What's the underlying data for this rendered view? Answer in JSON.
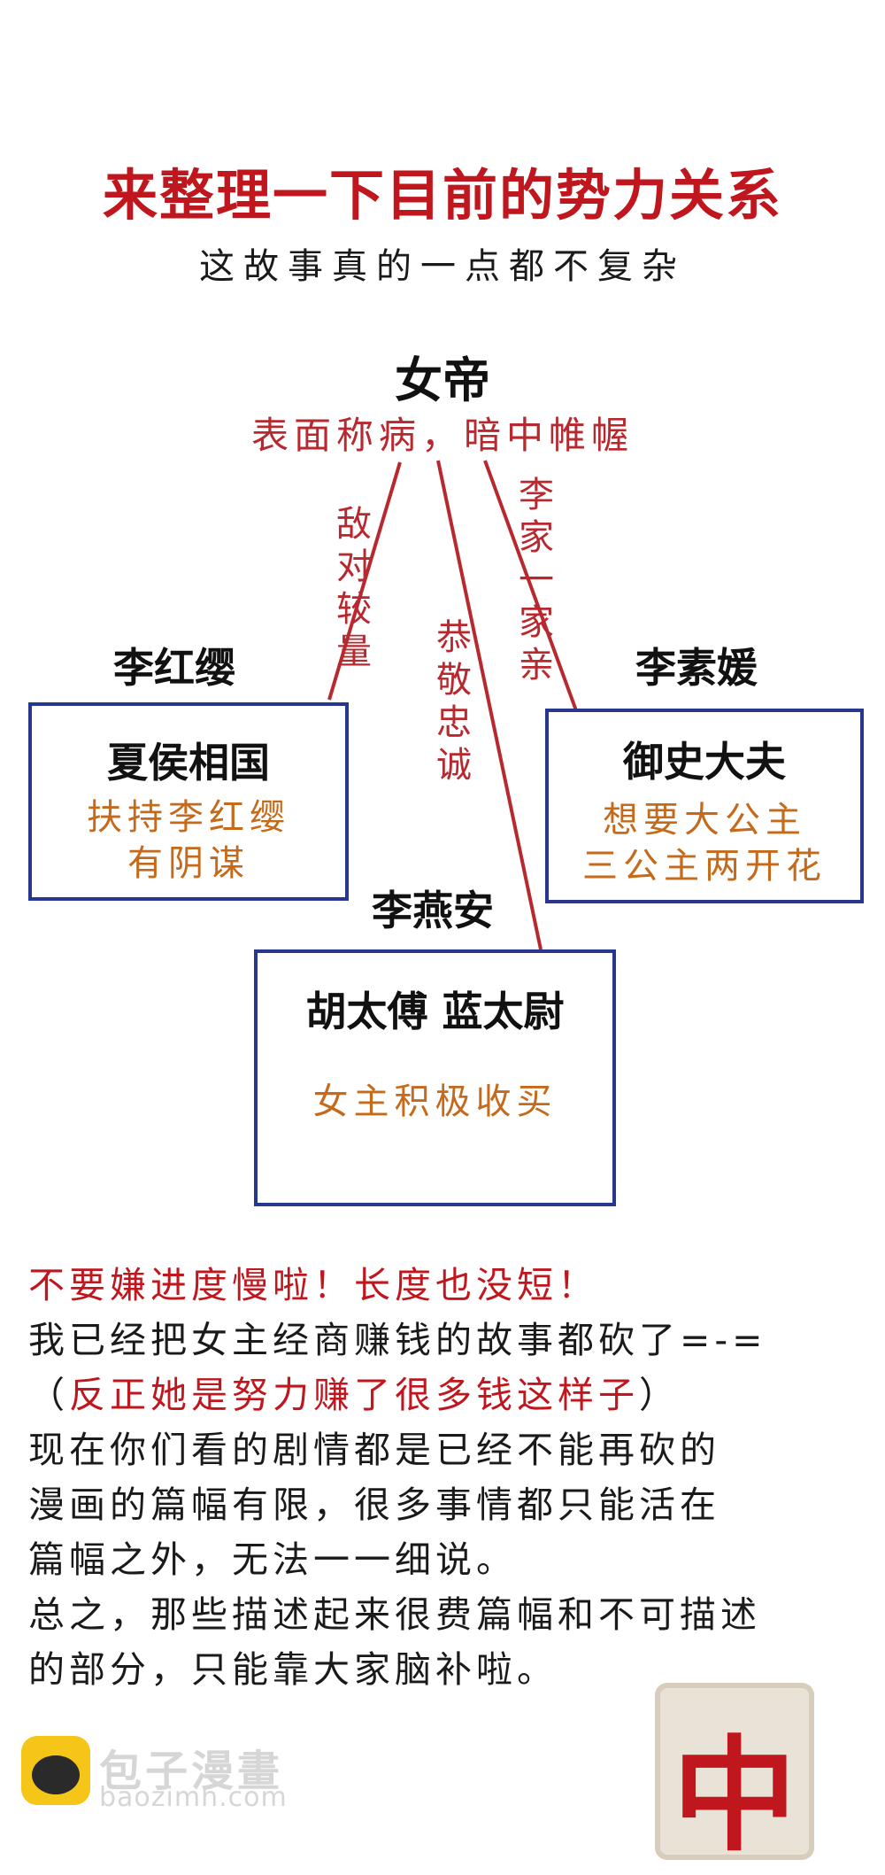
{
  "title": "来整理一下目前的势力关系",
  "subtitle": "这故事真的一点都不复杂",
  "emperor": {
    "name": "女帝",
    "desc": "表面称病，暗中帷幄"
  },
  "edges": {
    "left": [
      "敌",
      "对",
      "较",
      "量"
    ],
    "middle": [
      "恭",
      "敬",
      "忠",
      "诚"
    ],
    "right": [
      "李",
      "家",
      "一",
      "家",
      "亲"
    ]
  },
  "factions": {
    "left": {
      "label": "李红缨",
      "box_title": "夏侯相国",
      "desc_lines": [
        "扶持李红缨",
        "有阴谋"
      ]
    },
    "right": {
      "label": "李素媛",
      "box_title": "御史大夫",
      "desc_lines": [
        "想要大公主",
        "三公主两开花"
      ]
    },
    "bottom": {
      "label": "李燕安",
      "box_title": "胡太傅 蓝太尉",
      "desc_lines": [
        "女主积极收买"
      ]
    }
  },
  "note": {
    "line1": "不要嫌进度慢啦！长度也没短！",
    "line2": "我已经把女主经商赚钱的故事都砍了=-=",
    "line3_open": "（",
    "line3_red": "反正她是努力赚了很多钱这样子",
    "line3_close": "）",
    "line4": "现在你们看的剧情都是已经不能再砍的",
    "line5": "漫画的篇幅有限，很多事情都只能活在",
    "line6": "篇幅之外，无法一一细说。",
    "line7": "总之，那些描述起来很费篇幅和不可描述",
    "line8": "的部分，只能靠大家脑补啦。"
  },
  "watermark": {
    "name": "包子漫畫",
    "url": "baozimh.com"
  },
  "tile_glyph": "中",
  "colors": {
    "red": "#c0161e",
    "blue_border": "#27378f",
    "orange": "#c56a1a"
  }
}
